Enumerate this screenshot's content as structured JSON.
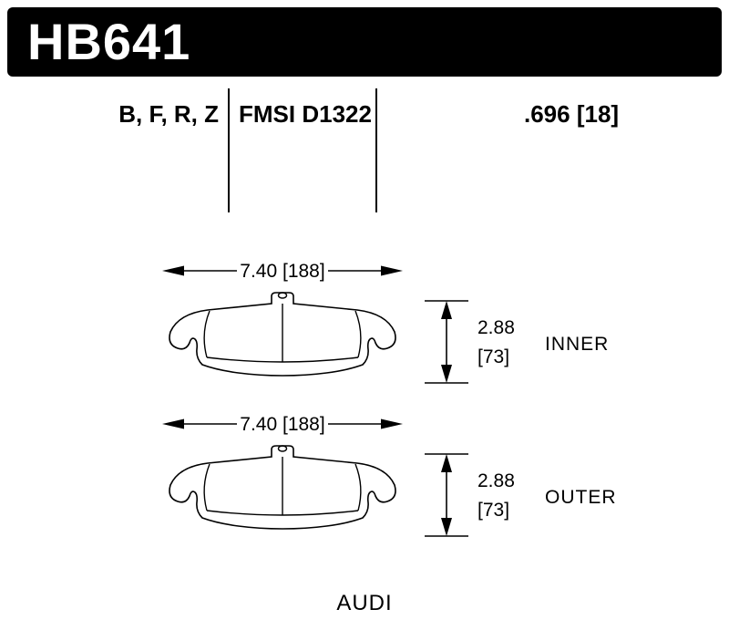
{
  "banner": {
    "part_number": "HB641"
  },
  "spec_header": {
    "compounds": "B, F, R, Z",
    "fmsi": "FMSI D1322",
    "thickness": ".696 [18]"
  },
  "pads": [
    {
      "position_label": "INNER",
      "width_label": "7.40 [188]",
      "height_in": "2.88",
      "height_mm": "[73]"
    },
    {
      "position_label": "OUTER",
      "width_label": "7.40 [188]",
      "height_in": "2.88",
      "height_mm": "[73]"
    }
  ],
  "footer": {
    "make": "AUDI"
  }
}
